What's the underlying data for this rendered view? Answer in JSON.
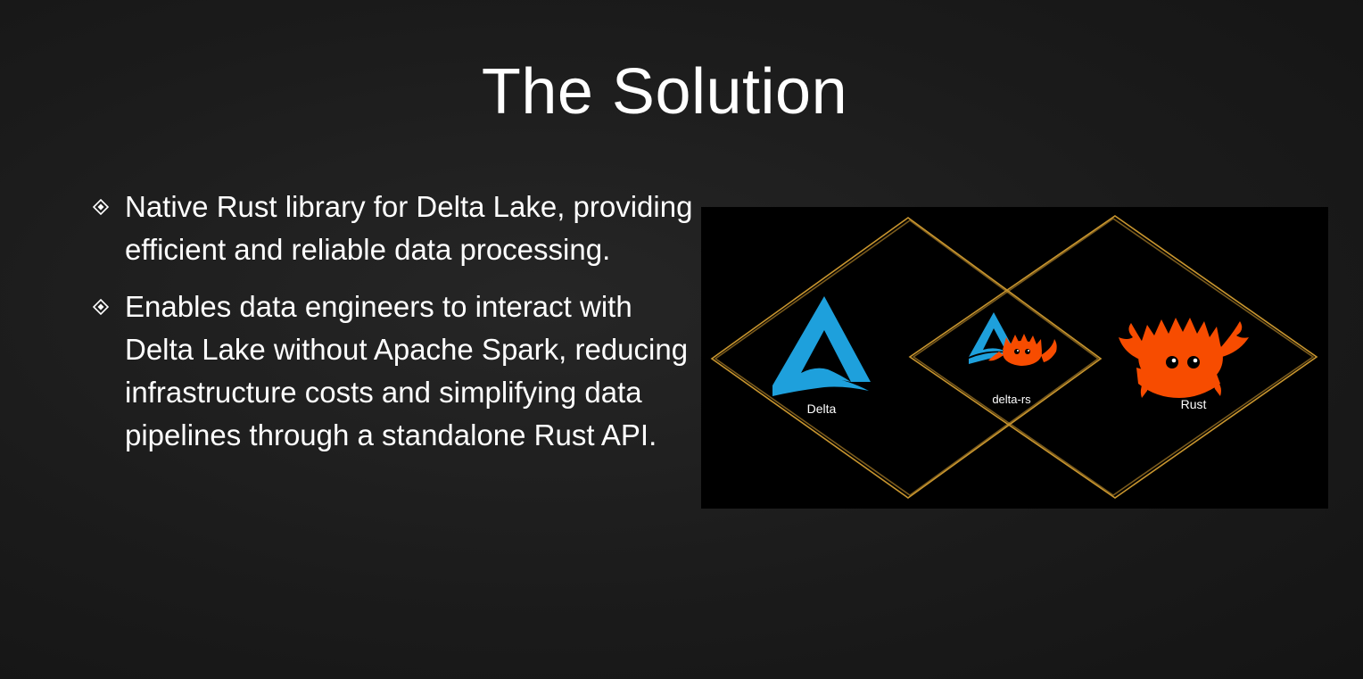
{
  "slide": {
    "title": "The Solution",
    "bullets": [
      {
        "text": "Native Rust library for Delta Lake, providing efficient and reliable data processing."
      },
      {
        "text": "Enables data engineers to interact with Delta Lake without Apache Spark, reducing infrastructure costs and simplifying data pipelines through a standalone Rust API."
      }
    ]
  },
  "graphic": {
    "left_label": "Delta",
    "center_label": "delta-rs",
    "right_label": "Rust",
    "icons": [
      "delta-lake-logo-icon",
      "ferris-crab-icon"
    ],
    "colors": {
      "outline": "#c8952e",
      "delta_blue": "#1ea0dc",
      "rust_orange": "#f74c00",
      "background": "#000000"
    }
  },
  "colors": {
    "text": "#ffffff",
    "background": "#1e1e1e"
  }
}
